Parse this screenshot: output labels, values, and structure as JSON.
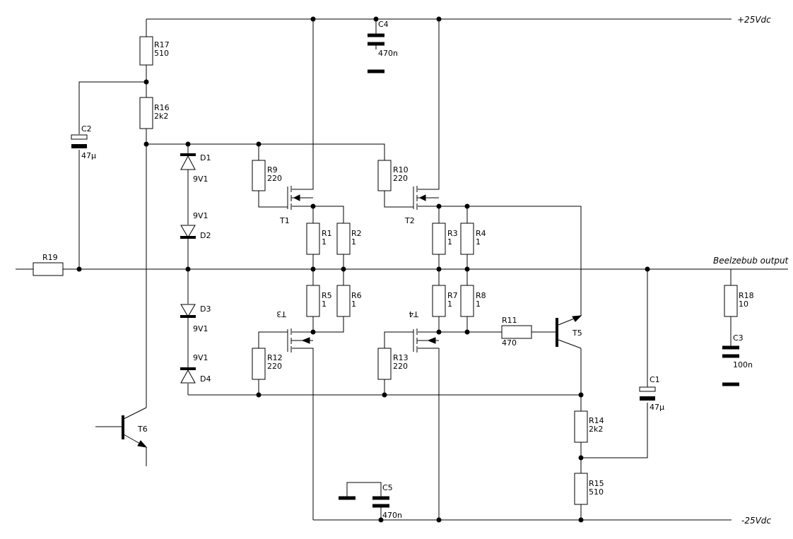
{
  "colors": {
    "background": "#ffffff",
    "wire": "#000000",
    "positive_rail": "#e03030",
    "negative_rail": "#4050c0",
    "output": "#30a040"
  },
  "rails": {
    "positive": "+25Vdc",
    "negative": "-25Vdc",
    "output": "Beelzebub output"
  },
  "resistors": [
    {
      "id": "R1",
      "label": "R1",
      "value": "1"
    },
    {
      "id": "R2",
      "label": "R2",
      "value": "1"
    },
    {
      "id": "R3",
      "label": "R3",
      "value": "1"
    },
    {
      "id": "R4",
      "label": "R4",
      "value": "1"
    },
    {
      "id": "R5",
      "label": "R5",
      "value": "1"
    },
    {
      "id": "R6",
      "label": "R6",
      "value": "1"
    },
    {
      "id": "R7",
      "label": "R7",
      "value": "1"
    },
    {
      "id": "R8",
      "label": "R8",
      "value": "1"
    },
    {
      "id": "R9",
      "label": "R9",
      "value": "220"
    },
    {
      "id": "R10",
      "label": "R10",
      "value": "220"
    },
    {
      "id": "R11",
      "label": "R11",
      "value": "470"
    },
    {
      "id": "R12",
      "label": "R12",
      "value": "220"
    },
    {
      "id": "R13",
      "label": "R13",
      "value": "220"
    },
    {
      "id": "R14",
      "label": "R14",
      "value": "2k2"
    },
    {
      "id": "R15",
      "label": "R15",
      "value": "510"
    },
    {
      "id": "R16",
      "label": "R16",
      "value": "2k2"
    },
    {
      "id": "R17",
      "label": "R17",
      "value": "510"
    },
    {
      "id": "R18",
      "label": "R18",
      "value": "10"
    },
    {
      "id": "R19",
      "label": "R19",
      "value": ""
    }
  ],
  "capacitors": [
    {
      "id": "C1",
      "label": "C1",
      "value": "47µ",
      "polarized": true
    },
    {
      "id": "C2",
      "label": "C2",
      "value": "47µ",
      "polarized": true
    },
    {
      "id": "C3",
      "label": "C3",
      "value": "100n",
      "polarized": false
    },
    {
      "id": "C4",
      "label": "C4",
      "value": "470n",
      "polarized": false
    },
    {
      "id": "C5",
      "label": "C5",
      "value": "470n",
      "polarized": false
    }
  ],
  "diodes": [
    {
      "id": "D1",
      "label": "D1",
      "value": "9V1"
    },
    {
      "id": "D2",
      "label": "D2",
      "value": "9V1"
    },
    {
      "id": "D3",
      "label": "D3",
      "value": "9V1"
    },
    {
      "id": "D4",
      "label": "D4",
      "value": "9V1"
    }
  ],
  "transistors": [
    {
      "id": "T1",
      "label": "T1",
      "kind": "mosfet-p"
    },
    {
      "id": "T2",
      "label": "T2",
      "kind": "mosfet-p"
    },
    {
      "id": "T3",
      "label": "T3",
      "kind": "mosfet-n"
    },
    {
      "id": "T4",
      "label": "T4",
      "kind": "mosfet-n"
    },
    {
      "id": "T5",
      "label": "T5",
      "kind": "bjt-npn"
    },
    {
      "id": "T6",
      "label": "T6",
      "kind": "bjt-npn"
    }
  ]
}
